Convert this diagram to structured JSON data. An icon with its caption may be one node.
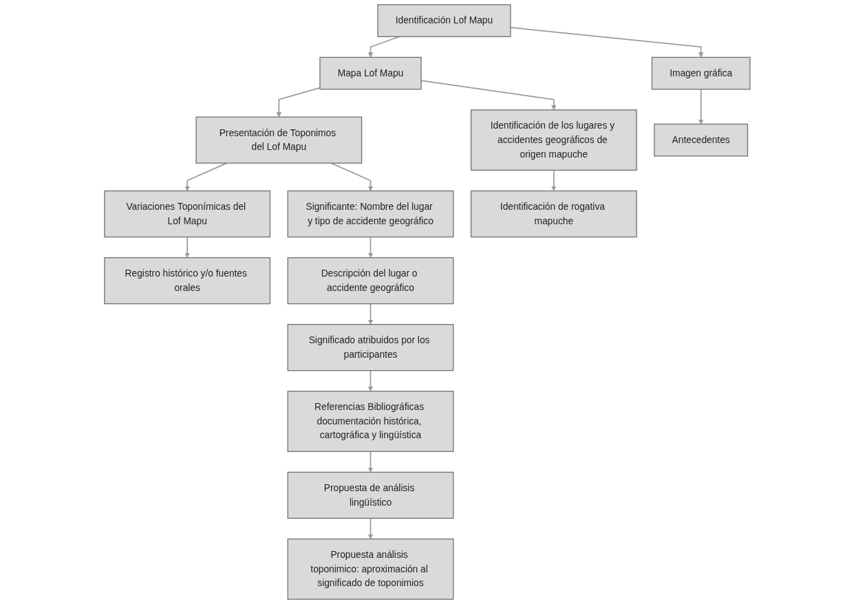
{
  "diagram": {
    "nodes": [
      {
        "text": [
          "Identificación Lof Mapu"
        ]
      },
      {
        "text": [
          "Mapa Lof Mapu"
        ]
      },
      {
        "text": [
          "Presentación de Toponimos del Lof Mapu"
        ]
      },
      {
        "text": [
          "Variaciones Toponímicas del Lof Mapu"
        ]
      },
      {
        "text": [
          "Imagen gráfica"
        ]
      },
      {
        "text": [
          "Identificación de los lugares y accidentes geográficos de origen mapuche"
        ]
      },
      {
        "text": [
          "Significante: Nombre del lugar y tipo de accidente geográfico"
        ]
      },
      {
        "text": [
          "Registro histórico y/o fuentes orales"
        ]
      },
      {
        "text": [
          "Antecedentes"
        ]
      },
      {
        "text": [
          "Identificación de rogativa mapuche"
        ]
      },
      {
        "text": [
          "Descripción del lugar o accidente geográfico"
        ]
      },
      {
        "text": [
          "Significado atribuidos por los participantes"
        ]
      },
      {
        "text": [
          "Referencias Bibliográficas documentación histórica, cartográfica y lingüística"
        ]
      },
      {
        "text": [
          "Propuesta de análisis lingüístico"
        ]
      },
      {
        "text": [
          "Propuesta análisis toponimico: aproximación al significado de toponimios"
        ]
      }
    ],
    "edges": [
      {
        "from": 0,
        "to": 1,
        "arrow": "to"
      },
      {
        "from": 1,
        "to": 2,
        "arrow": "to"
      },
      {
        "from": 2,
        "to": 3,
        "arrow": "to"
      },
      {
        "from": 0,
        "to": 4,
        "arrow": "to"
      },
      {
        "from": 4,
        "to": 8,
        "arrow": "to"
      },
      {
        "from": 1,
        "to": 5,
        "arrow": "to"
      },
      {
        "from": 5,
        "to": 9,
        "arrow": "to"
      },
      {
        "from": 2,
        "to": 6,
        "arrow": "to"
      },
      {
        "from": 6,
        "to": 10,
        "arrow": "to"
      },
      {
        "from": 10,
        "to": 11,
        "arrow": "to"
      },
      {
        "from": 11,
        "to": 12,
        "arrow": "to"
      },
      {
        "from": 12,
        "to": 13,
        "arrow": "to"
      },
      {
        "from": 13,
        "to": 14,
        "arrow": "to"
      },
      {
        "from": 3,
        "to": 7,
        "arrow": "to"
      }
    ]
  }
}
